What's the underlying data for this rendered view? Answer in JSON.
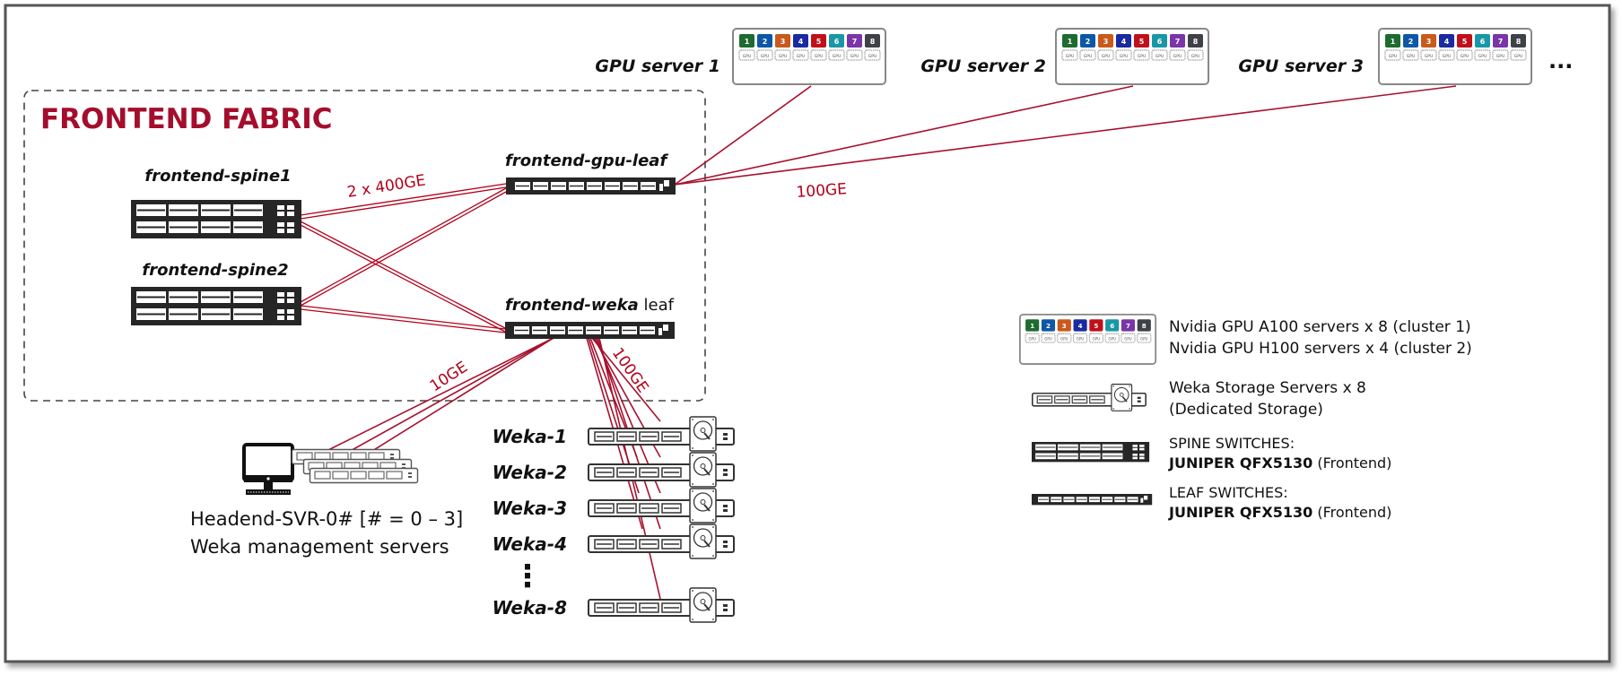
{
  "fabric": {
    "title": "FRONTEND FABRIC",
    "accent_color": "#a50d2c"
  },
  "switches": {
    "spine1": {
      "label": "frontend-spine1"
    },
    "spine2": {
      "label": "frontend-spine2"
    },
    "gpu_leaf": {
      "label": "frontend-gpu-leaf"
    },
    "weka_leaf": {
      "label_bold": "frontend-weka",
      "label_rest": " leaf"
    }
  },
  "links": {
    "spine_leaf": "2 x 400GE",
    "gpu_uplink": "100GE",
    "weka_uplink": "100GE",
    "mgmt_uplink": "10GE"
  },
  "gpu_servers": [
    {
      "label": "GPU server 1"
    },
    {
      "label": "GPU server 2"
    },
    {
      "label": "GPU server 3"
    }
  ],
  "gpu_more": "...",
  "gpu_slots": [
    {
      "n": "1",
      "color": "#1e6b30"
    },
    {
      "n": "2",
      "color": "#0e57a6"
    },
    {
      "n": "3",
      "color": "#c95a1c"
    },
    {
      "n": "4",
      "color": "#1a2aa0"
    },
    {
      "n": "5",
      "color": "#c0101a"
    },
    {
      "n": "6",
      "color": "#1a97a6"
    },
    {
      "n": "7",
      "color": "#7a35a8"
    },
    {
      "n": "8",
      "color": "#3d4247"
    }
  ],
  "gpu_chip_label": "GPU",
  "weka_servers": [
    {
      "label": "Weka-1"
    },
    {
      "label": "Weka-2"
    },
    {
      "label": "Weka-3"
    },
    {
      "label": "Weka-4"
    },
    {
      "label": "Weka-8"
    }
  ],
  "weka_ellipsis": "⋮",
  "headend": {
    "line1": "Headend-SVR-0# [# = 0 – 3]",
    "line2": "Weka management servers"
  },
  "legend": {
    "gpu": {
      "line1": "Nvidia GPU A100 servers x 8 (cluster 1)",
      "line2": "Nvidia GPU H100 servers x 4 (cluster 2)"
    },
    "weka": {
      "line1": "Weka Storage Servers x 8",
      "line2": "(Dedicated Storage)"
    },
    "spine": {
      "line1": "SPINE SWITCHES:",
      "line2_bold": "JUNIPER QFX5130",
      "line2_rest": " (Frontend)"
    },
    "leaf": {
      "line1": "LEAF SWITCHES:",
      "line2_bold": "JUNIPER QFX5130",
      "line2_rest": " (Frontend)"
    }
  }
}
